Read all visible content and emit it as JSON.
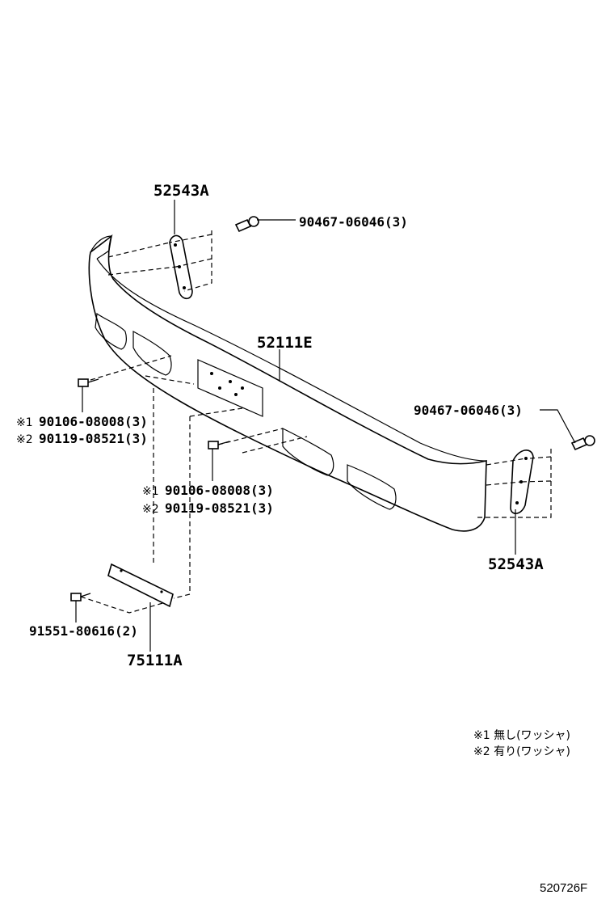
{
  "parts": {
    "bracket_top": "52543A",
    "clip_top": "90467-06046(3)",
    "bumper": "52111E",
    "clip_right": "90467-06046(3)",
    "bracket_bottom": "52543A",
    "bolt_left_1": "90106-08008(3)",
    "bolt_left_2": "90119-08521(3)",
    "bolt_mid_1": "90106-08008(3)",
    "bolt_mid_2": "90119-08521(3)",
    "screw": "91551-80616(2)",
    "plate": "75111A"
  },
  "markers": {
    "m1": "※1",
    "m2": "※2"
  },
  "notes": {
    "n1": "※1 無し(ワッシャ)",
    "n2": "※2 有り(ワッシャ)"
  },
  "figure_number": "520726F"
}
